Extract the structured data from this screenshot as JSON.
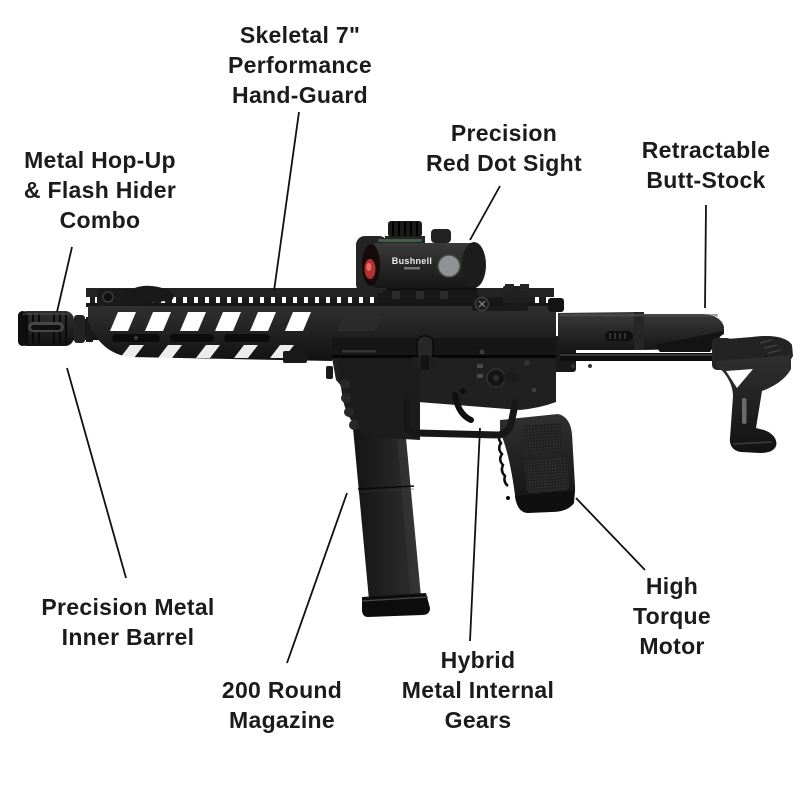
{
  "figure": {
    "type": "annotated-product-diagram",
    "subject": "Black airsoft submachine gun, left side view, with feature callouts",
    "sight_brand": "Bushnell"
  },
  "labels": [
    {
      "id": "hand-guard",
      "text": "Skeletal 7\"\nPerformance\nHand-Guard"
    },
    {
      "id": "hop-up",
      "text": "Metal Hop-Up\n& Flash Hider\nCombo"
    },
    {
      "id": "red-dot",
      "text": "Precision\nRed Dot Sight"
    },
    {
      "id": "butt-stock",
      "text": "Retractable\nButt-Stock"
    },
    {
      "id": "inner-barrel",
      "text": "Precision Metal\nInner Barrel"
    },
    {
      "id": "magazine",
      "text": "200 Round\nMagazine"
    },
    {
      "id": "gears",
      "text": "Hybrid\nMetal Internal\nGears"
    },
    {
      "id": "motor",
      "text": "High Torque\nMotor"
    }
  ],
  "colors": {
    "background": "#ffffff",
    "label_text": "#1b1b1d",
    "callout_line": "#111111",
    "gun_dark": "#161616",
    "red_dot_glow": "#b0312f",
    "sight_button_gray": "#909296"
  }
}
